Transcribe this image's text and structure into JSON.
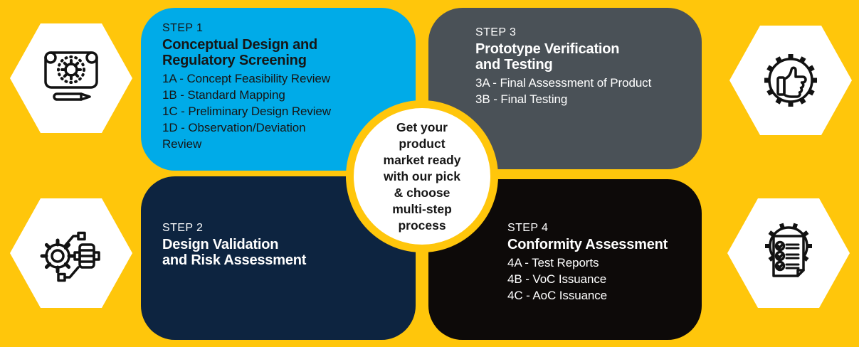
{
  "colors": {
    "background": "#FFC60B",
    "step1_bg": "#00ABE8",
    "step2_bg": "#0D2440",
    "step3_bg": "#4A5157",
    "step4_bg": "#0D0A09",
    "circle_ring": "#FFC60B",
    "circle_fill": "#FFFFFF",
    "dark_text": "#161616",
    "light_text": "#FFFFFF",
    "icon_stroke": "#121212",
    "hexagon_fill": "#FFFFFF"
  },
  "center_circle": {
    "text": "Get your product market ready with our pick & choose multi-step process",
    "lines": [
      "Get your",
      "product",
      "market ready",
      "with our pick",
      "& choose",
      "multi-step",
      "process"
    ]
  },
  "steps": [
    {
      "label": "STEP 1",
      "title": "Conceptual Design and Regulatory Screening",
      "title_lines": [
        "Conceptual Design and",
        "Regulatory Screening"
      ],
      "items": [
        "1A - Concept Feasibility Review",
        "1B - Standard Mapping",
        "1C - Preliminary Design Review",
        "1D - Observation/Deviation Review"
      ],
      "lines": [
        "1A - Concept Feasibility Review",
        "1B - Standard Mapping",
        "1C - Preliminary Design Review",
        "1D - Observation/Deviation",
        "Review"
      ]
    },
    {
      "label": "STEP 2",
      "title": "Design Validation and Risk Assessment",
      "title_lines": [
        "Design Validation",
        "and Risk Assessment"
      ],
      "items": [],
      "lines": []
    },
    {
      "label": "STEP 3",
      "title": "Prototype Verification and Testing",
      "title_lines": [
        "Prototype Verification",
        "and Testing"
      ],
      "items": [
        "3A - Final Assessment of Product",
        "3B - Final Testing"
      ],
      "lines": [
        "3A - Final Assessment of Product",
        "3B - Final Testing"
      ]
    },
    {
      "label": "STEP 4",
      "title": "Conformity Assessment",
      "title_lines": [
        "Conformity Assessment"
      ],
      "items": [
        "4A - Test Reports",
        "4B - VoC Issuance",
        "4C - AoC Issuance"
      ],
      "lines": [
        "4A - Test Reports",
        "4B - VoC Issuance",
        "4C - AoC Issuance"
      ]
    }
  ],
  "hex_badges": [
    {
      "position": "top-left",
      "icon": "blueprint-gear-pencil-icon"
    },
    {
      "position": "bottom-left",
      "icon": "gears-automation-icon"
    },
    {
      "position": "top-right",
      "icon": "gear-thumbs-up-icon"
    },
    {
      "position": "bottom-right",
      "icon": "gear-checklist-icon"
    }
  ]
}
